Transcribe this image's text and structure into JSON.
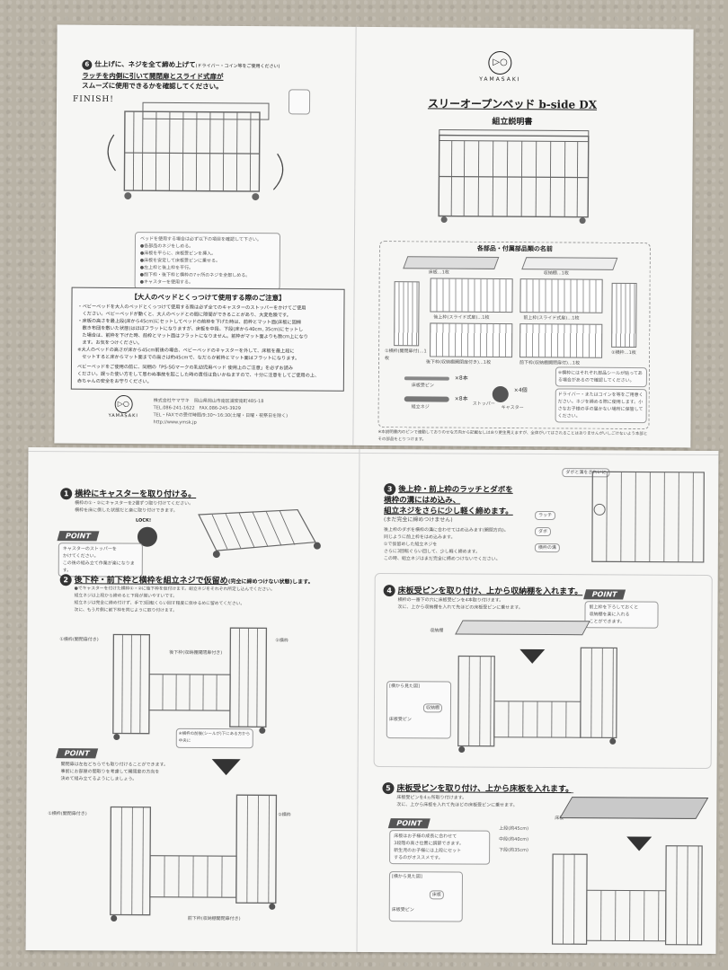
{
  "top": {
    "brand_name": "YAMASAKI",
    "product_title": "スリーオープンベッド b-side DX",
    "manual_title": "組立説明書",
    "parts_header": "各部品・付属部品類の名前",
    "finish_label": "FINISH!",
    "step6": {
      "number": "6",
      "line1": "仕上げに、ネジを全て締め上げて",
      "line1_note": "(ドライバー・コイン等をご使用ください)",
      "line2": "ラッチを内側に引いて開閉扉とスライド式扉が",
      "line3": "スムーズに使用できるかを確認してください。"
    },
    "checklist": [
      "ベッドを使用する場合は必ず以下の項目を確認して下さい。",
      "●各部品のネジをしめる。",
      "●床板を平らに、床板受ピンを挿入。",
      "●床板を安定して床板受ピンに乗せる。",
      "●左上枠と後上枠を平行。",
      "●前下枠・後下枠と横枠の7ヶ所のネジを全部しめる。",
      "●キャスターを使用する。"
    ],
    "notice": {
      "title": "【大人のベッドとくっつけて使用する際のご注意】",
      "lines": [
        "・ベビーベッドを大人のベッドとくっつけて使用する際は必ず全てのキャスターのストッパーをかけてご使用",
        "　ください。ベビーベッドが動くと、大人のベッドとの間に隙間ができることがあり、大変危険です。",
        "・床板の高さを最上段(床から45cm)にセットしてベッドの前枠を下げた時は、前枠とマット面(床板に固綿",
        "　敷き布団を敷いた状態)はほぼフラットになりますが、床板を中段、下段(床から40cm, 35cm)にセットし",
        "　た場合は、前枠を下げた時、前枠とマット面はフラットになりません。前枠がマット面よりも数cm上になり",
        "　ます。お気をつけください。",
        "※大人のベッドの高さが床から45cm前後の場合、ベビーベッドのキャスターを外して、床板を最上段に",
        "　セットすると床からマット面までの高さは約45cmで、なだらか前枠とマット面はフラットになります。"
      ],
      "footer": [
        "ベビーベッドをご使用の前に、同梱の「PS-SGマークの乳幼児用ベッド 使用上のご注意」を必ずお読み",
        "ください。誤った使い方をして思わぬ事故を起こした時の責任は負いかねますので、十分に注意をしてご使用の上、",
        "赤ちゃんの安全をお守りください。"
      ]
    },
    "company": {
      "logo_name": "YAMASAKI",
      "name": "株式会社ヤマサキ　岡山県岡山市南区浦安南町485-18",
      "tel": "TEL.086-241-1622　FAX.086-245-3929",
      "support": "TEL・FAXでの受付時間/9:30～16:30(土曜・日曜・祝祭日を除く)",
      "url": "http://www.ymsk.jp"
    },
    "parts": {
      "floor_board": "床板…1枚",
      "storage_board": "収納棚…1枚",
      "rear_upper": "後上枠(スライド式扉)…1枚",
      "front_upper": "前上枠(スライド式扉)…1枚",
      "side_left": "①横枠(開閉扉付)…1枚",
      "side_right": "②横枠…1枚",
      "rear_lower": "後下枠(収納棚開閉扉付き)…1枚",
      "front_lower": "前下枠(収納棚開閉扉付)…1枚",
      "floor_pin": "床板受ピン",
      "floor_pin_count": "×8本",
      "bolt": "組立ネジ",
      "bolt_count": "×8本",
      "caster": "キャスター",
      "caster_count": "×4個",
      "stopper": "ストッパー",
      "latch": "ラッチ",
      "dabo": "ダボ",
      "seal_note": "※横枠にはそれぞれ部品シールが貼ってある場合があるので確認してください。",
      "driver_note": "ドライバー・またはコインを等をご用意ください。ネジを締める際に使用します。小さなお子様の手の届かない場所に保管してください。",
      "footnote": "※本説明書内のピンで連動しておりのせな方向から記載なしはおり更生見えますが、全体がいてはされることはありませんがいしごけないよう本部とその部品をとりつけます。"
    }
  },
  "bottom": {
    "step1": {
      "number": "1",
      "title": "横枠にキャスターを取り付ける。",
      "desc1": "横枠の①・②にキャスターを2個ずつ取り付けてください。",
      "desc2": "横枠を床に倒した状態だと楽に取り付けできます。",
      "lock_label": "LOCK!",
      "point_label": "POINT",
      "point_line1": "キャスターのストッパーを",
      "point_line2": "かけてください。",
      "point_line3": "この後の組み立て作業が楽になります。"
    },
    "step2": {
      "number": "2",
      "title": "後下枠・前下枠と横枠を組立ネジで仮留め",
      "title_note": "(完全に締めつけない状態)します。",
      "desc": [
        "●でキャスターを付けた横枠①・②に後下枠を仮付けます。組立ネジをそれぞれ所定し込んでください。",
        "組立ネジは上段から締めると下段が揃いやすいです。",
        "組立ネジは完全に締め付けず、手で3回転くらい回す程度に仮ゆるめに留めてください。",
        "次に、もう片側に前下枠を同じように取り付けます。"
      ],
      "label_side1": "①横枠(開閉扉付き)",
      "label_side2": "②横枠",
      "label_rear": "後下枠(収納棚開閉扉付き)",
      "seal_note": "※横枠の前後(シールが)下にある方から中央に",
      "point_label": "POINT",
      "point_line1": "開閉扉は左右どちらでも取り付けることができます。",
      "point_line2": "事前にお部屋の間取りを考慮して開閉扉の方向を",
      "point_line3": "決めて組み立てるようにしましょう。",
      "label_side1b": "①横枠(開閉扉付き)",
      "label_side2b": "②横枠",
      "label_front": "前下枠(収納棚開閉扉付き)"
    },
    "step3": {
      "number": "3",
      "title1": "後上枠・前上枠のラッチとダボを",
      "title2": "横枠の溝にはめ込み、",
      "title3": "組立ネジをさらに少し軽く締めます。",
      "title_note": "(まだ完全に締めつけません)",
      "desc1": "後上枠のダボを横枠の溝に合わせてはめ込みます(開閉方向)。",
      "desc2": "同じように前上枠をはめ込みます。",
      "desc3": "①で仮留めした組立ネジを",
      "desc4": "さらに3回転ぐらい回して、少し軽く締めます。",
      "desc5": "この時、組立ネジはまだ完全に締めつけないでください。",
      "tag_latch": "ラッチ",
      "tag_dabo": "ダボ",
      "tag_groove": "横枠の溝",
      "callout": "ダボと溝をきれいに"
    },
    "step4": {
      "number": "4",
      "title": "床板受ピンを取り付け、上から収納棚を入れます。",
      "desc1": "横枠の一番下の穴に床板受ピンを4本取り付けます。",
      "desc2": "次に、上から収納棚を入れて先ほどの床板受ピンに乗せます。",
      "point_label": "POINT",
      "point_line1": "前上枠を下ろしておくと",
      "point_line2": "収納棚を楽に入れる",
      "point_line3": "ことができます。",
      "label_storage": "収納棚",
      "inset_title": "[横から見た図]",
      "inset_pin": "床板受ピン",
      "inset_storage": "収納棚"
    },
    "step5": {
      "number": "5",
      "title": "床板受ピンを取り付け、上から床板を入れます。",
      "desc1": "床板受ピンを4ヵ所取り付けます。",
      "desc2": "次に、上から床板を入れて先ほどの床板受ピンに乗せます。",
      "point_label": "POINT",
      "point_line1": "床板はお子様の成長に合わせて",
      "point_line2": "3段階の高さ位置に調節できます。",
      "point_line3": "新生児のお子様には上段にセット",
      "point_line4": "するのがオススメです。",
      "height_top": "上段(約45cm)",
      "height_mid": "中段(約40cm)",
      "height_low": "下段(約35cm)",
      "label_floor": "床板",
      "inset_title": "[横から見た図]",
      "inset_floor": "床板",
      "inset_pin": "床板受ピン"
    }
  }
}
